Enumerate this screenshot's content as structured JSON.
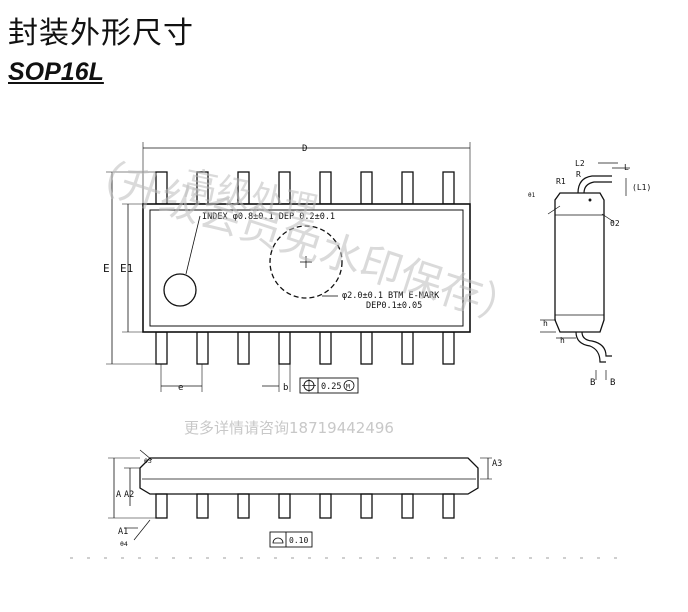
{
  "header": {
    "title": "封装外形尺寸",
    "package_name": "SOP16L"
  },
  "watermark": {
    "text": "（升级会员免水印保存）",
    "partial_overlay": "高级处理"
  },
  "contact_line": "更多详情请咨询18719442496",
  "top_view": {
    "pin_count_per_side": 8,
    "dim_D": "D",
    "dim_E": "E",
    "dim_E1": "E1",
    "dim_e": "e",
    "dim_b": "b",
    "index_note": "INDEX φ0.8±0.1 DEP 0.2±0.1",
    "mark_note_line1": "φ2.0±0.1 BTM E-MARK",
    "mark_note_line2": "DEP0.1±0.05",
    "tolerance_value": "0.25",
    "tolerance_modifier": "M"
  },
  "end_view": {
    "dim_L2": "L2",
    "dim_R": "R",
    "dim_R1": "R1",
    "dim_L": "L",
    "dim_L1": "(L1)",
    "angle_1": "θ1",
    "angle_2": "θ2",
    "dim_h": "h",
    "dim_B": "B"
  },
  "side_view": {
    "dim_A": "A",
    "dim_A1": "A1",
    "dim_A2": "A2",
    "dim_A3": "A3",
    "angle_3": "θ3",
    "angle_4": "θ4",
    "flatness_value": "0.10"
  }
}
